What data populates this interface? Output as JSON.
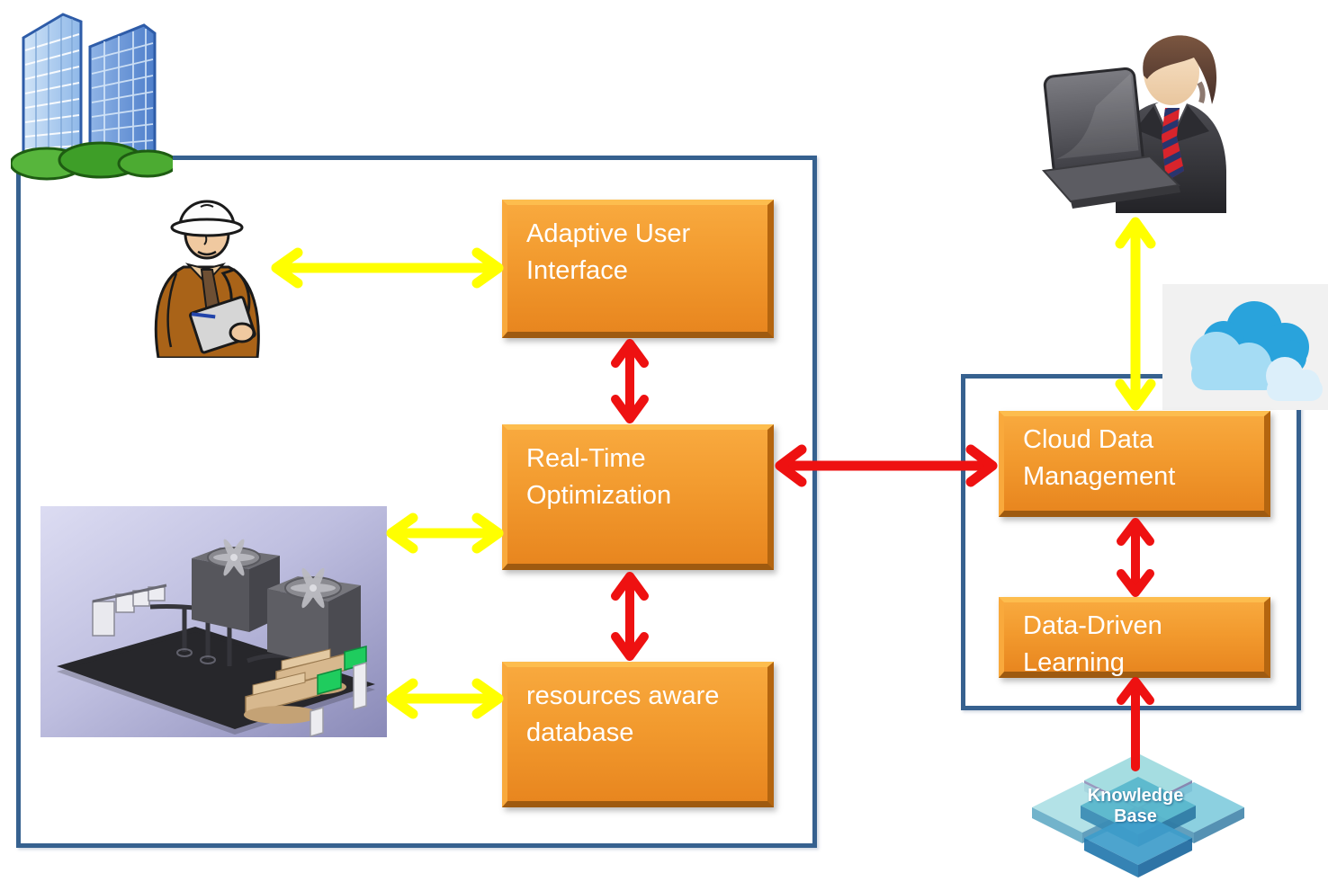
{
  "boxes": {
    "adaptive_user_interface": {
      "label": "Adaptive User Interface"
    },
    "real_time_optimization": {
      "label": "Real-Time Optimization"
    },
    "resources_aware_database": {
      "label": "resources aware database"
    },
    "cloud_data_management": {
      "label": "Cloud Data Management"
    },
    "data_driven_learning": {
      "label": "Data-Driven Learning"
    }
  },
  "knowledge_base": {
    "label": "Knowledge Base"
  },
  "icons": {
    "buildings": "office-buildings-icon",
    "worker": "engineer-with-clipboard-icon",
    "equipment": "chiller-plant-3d-icon",
    "user": "businessman-at-laptop-icon",
    "cloud": "cloud-computing-icon",
    "knowledge_base": "knowledge-base-layers-icon"
  },
  "colors": {
    "box_orange_top": "#F8A93E",
    "box_orange_bottom": "#E8861F",
    "container_border": "#36618F",
    "arrow_red": "#EE1111",
    "arrow_yellow": "#FFFF00",
    "box_text": "#FFFFFF"
  }
}
